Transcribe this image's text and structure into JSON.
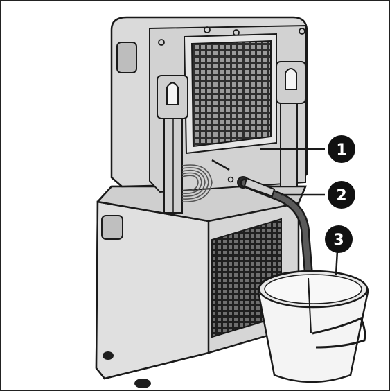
{
  "figure": {
    "subject": "dehumidifier-drain-hose-to-bucket",
    "callouts": [
      {
        "number": "1"
      },
      {
        "number": "2"
      },
      {
        "number": "3"
      }
    ],
    "colors": {
      "body": "#d9d9d9",
      "body_dark": "#b5b5b5",
      "outline": "#1a1a1a",
      "grille": "#2a2a2a",
      "hose": "#3b3b3b",
      "bucket": "#f2f2f2",
      "callout_fill": "#111111",
      "callout_text": "#ffffff"
    }
  }
}
